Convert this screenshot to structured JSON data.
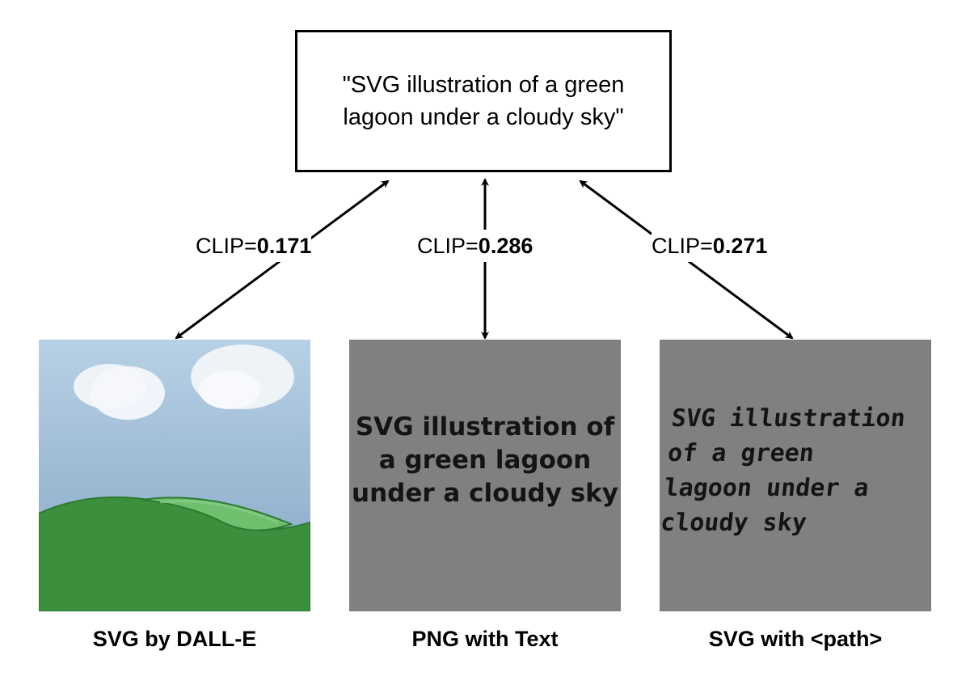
{
  "prompt": {
    "text": "\"SVG illustration of a green lagoon under a cloudy sky\""
  },
  "scores": [
    {
      "label": "CLIP=",
      "value": "0.171"
    },
    {
      "label": "CLIP=",
      "value": "0.286"
    },
    {
      "label": "CLIP=",
      "value": "0.271"
    }
  ],
  "panels": [
    {
      "caption": "SVG by DALL-E"
    },
    {
      "caption": "PNG with Text",
      "text": "SVG illustration of a green lagoon under a cloudy sky"
    },
    {
      "caption": "SVG with <path>",
      "lines": [
        "SVG illustration",
        "of a green",
        "lagoon under a",
        "cloudy sky"
      ]
    }
  ],
  "colors": {
    "sky_top": "#b4cde3",
    "sky_bottom": "#8aaac8",
    "hill_dark": "#3b8f3d",
    "hill_light": "#6fbf6f",
    "panel_gray": "#808080"
  }
}
